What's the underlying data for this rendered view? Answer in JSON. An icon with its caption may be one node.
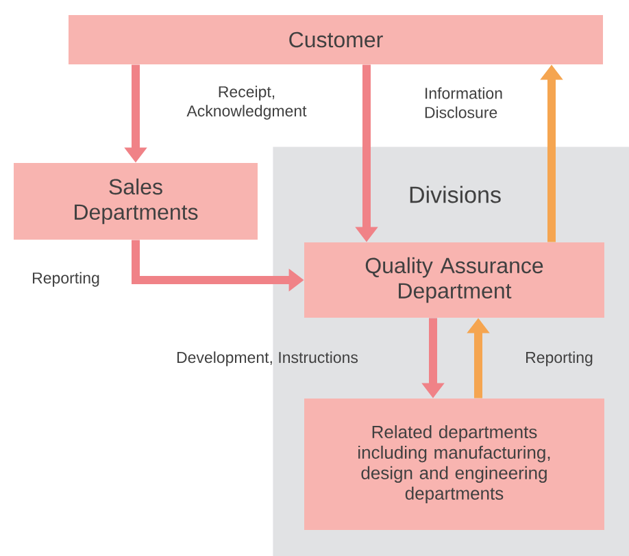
{
  "diagram": {
    "nodes": [
      {
        "text": [
          "Customer"
        ]
      },
      {
        "text": [
          "Divisions"
        ]
      },
      {
        "text": [
          "Sales Departments"
        ]
      },
      {
        "text": [
          "Quality Assurance Department"
        ],
        "in": 1
      },
      {
        "text": [
          "Related departments including manufacturing, design and engineering departments"
        ],
        "in": 1
      }
    ],
    "edges": [
      {
        "from": 0,
        "to": 2,
        "arrow": "to",
        "label": "Receipt, Acknowledgment"
      },
      {
        "from": 0,
        "to": 3,
        "arrow": "to"
      },
      {
        "from": 3,
        "to": 0,
        "arrow": "to",
        "label": "Information Disclosure",
        "color": "#f5a550"
      },
      {
        "from": 2,
        "to": 3,
        "arrow": "to",
        "label": "Reporting"
      },
      {
        "from": 3,
        "to": 4,
        "arrow": "to",
        "label": "Development, Instructions"
      },
      {
        "from": 4,
        "to": 3,
        "arrow": "to",
        "label": "Reporting",
        "color": "#f5a550"
      }
    ]
  }
}
